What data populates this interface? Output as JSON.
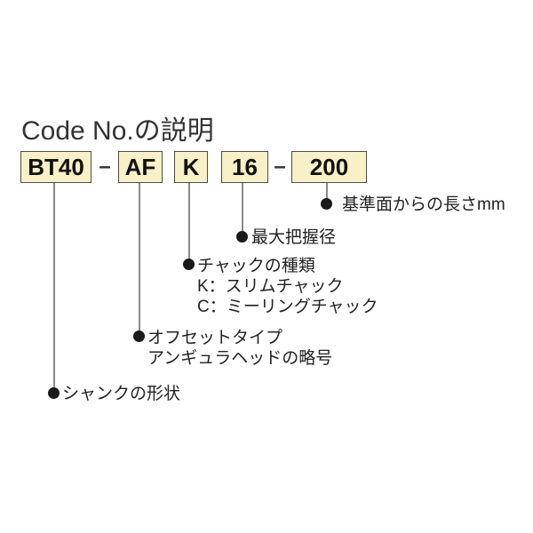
{
  "title": "Code No.の説明",
  "code": {
    "segments": [
      "BT40",
      "AF",
      "K",
      "16",
      "200"
    ],
    "separator": "–"
  },
  "legend": {
    "length_from_reference": {
      "label": "基準面からの長さmm"
    },
    "max_grip_diameter": {
      "label": "最大把握径"
    },
    "chuck_type": {
      "label": "チャックの種類",
      "options": [
        "K：スリムチャック",
        "C：ミーリングチャック"
      ]
    },
    "offset_type": {
      "line1": "オフセットタイプ",
      "line2": "アンギュラヘッドの略号"
    },
    "shank_shape": {
      "label": "シャンクの形状"
    }
  },
  "colors": {
    "box_fill": "#f8f0c6",
    "box_border": "#4b4b4b",
    "connector_line": "#8a8a8a",
    "bullet": "#1a1a1a",
    "label_text": "#222222",
    "title_text": "#333333"
  }
}
